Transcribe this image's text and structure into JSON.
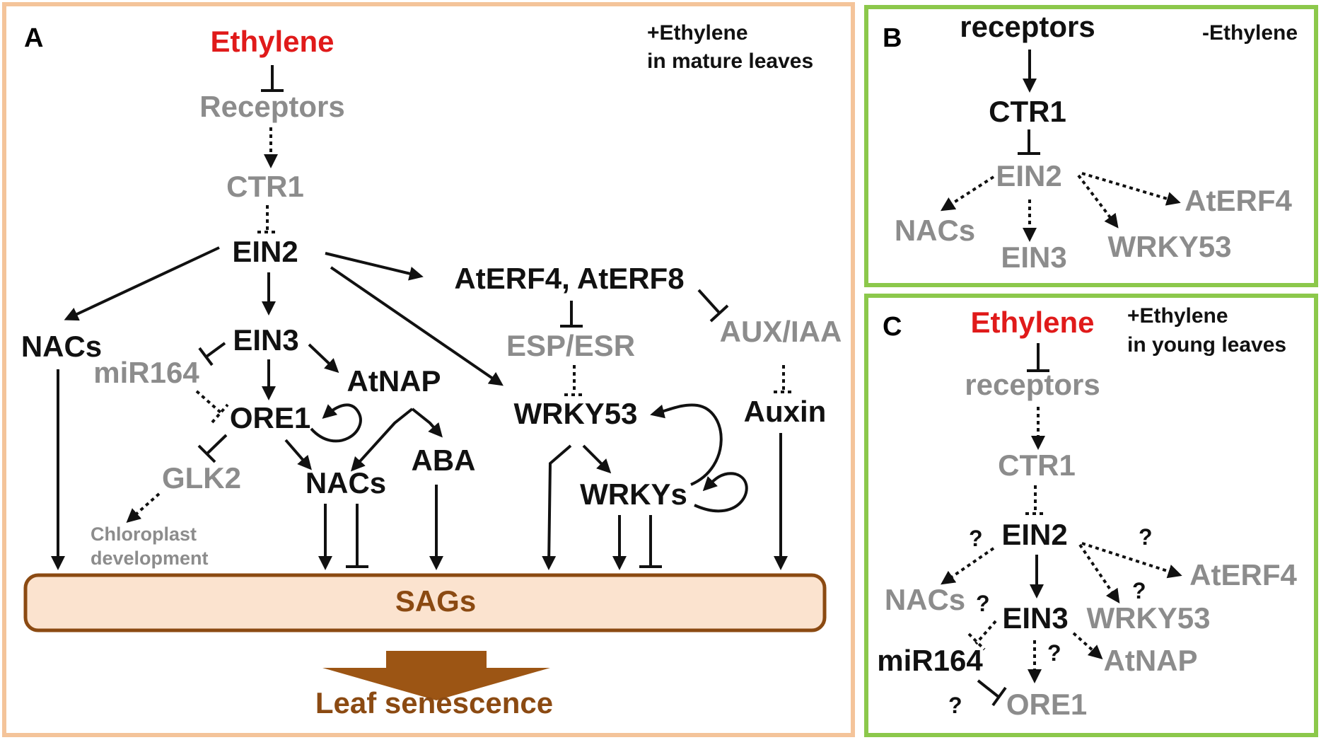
{
  "colors": {
    "panel_a_border": "#f4c49a",
    "panel_bc_border": "#8cc84b",
    "active": "#111111",
    "inactive": "#8c8c8c",
    "ethylene": "#e01a1a",
    "sags_fill": "#fbe3cf",
    "sags_border": "#8b4a12",
    "senescence_arrow": "#9c5514"
  },
  "panel_a": {
    "letter": "A",
    "condition_line1": "+Ethylene",
    "condition_line2": "in mature leaves",
    "ethylene": "Ethylene",
    "receptors": "Receptors",
    "ctr1": "CTR1",
    "ein2": "EIN2",
    "nacs_left": "NACs",
    "ein3": "EIN3",
    "mir164": "miR164",
    "ore1": "ORE1",
    "atnap": "AtNAP",
    "glk2": "GLK2",
    "chloroplast_line1": "Chloroplast",
    "chloroplast_line2": "development",
    "nacs_mid": "NACs",
    "aba": "ABA",
    "aterf": "AtERF4, AtERF8",
    "esp_esr": "ESP/ESR",
    "aux_iaa": "AUX/IAA",
    "wrky53": "WRKY53",
    "auxin": "Auxin",
    "wrkys": "WRKYs",
    "sags": "SAGs",
    "leaf_senescence": "Leaf senescence"
  },
  "panel_b": {
    "letter": "B",
    "condition": "-Ethylene",
    "receptors": "receptors",
    "ctr1": "CTR1",
    "ein2": "EIN2",
    "nacs": "NACs",
    "ein3": "EIN3",
    "wrky53": "WRKY53",
    "aterf4": "AtERF4"
  },
  "panel_c": {
    "letter": "C",
    "condition_line1": "+Ethylene",
    "condition_line2": "in young leaves",
    "ethylene": "Ethylene",
    "receptors": "receptors",
    "ctr1": "CTR1",
    "ein2": "EIN2",
    "nacs": "NACs",
    "ein3": "EIN3",
    "wrky53": "WRKY53",
    "aterf4": "AtERF4",
    "atnap": "AtNAP",
    "mir164": "miR164",
    "ore1": "ORE1",
    "uncertain_mark": "?"
  }
}
